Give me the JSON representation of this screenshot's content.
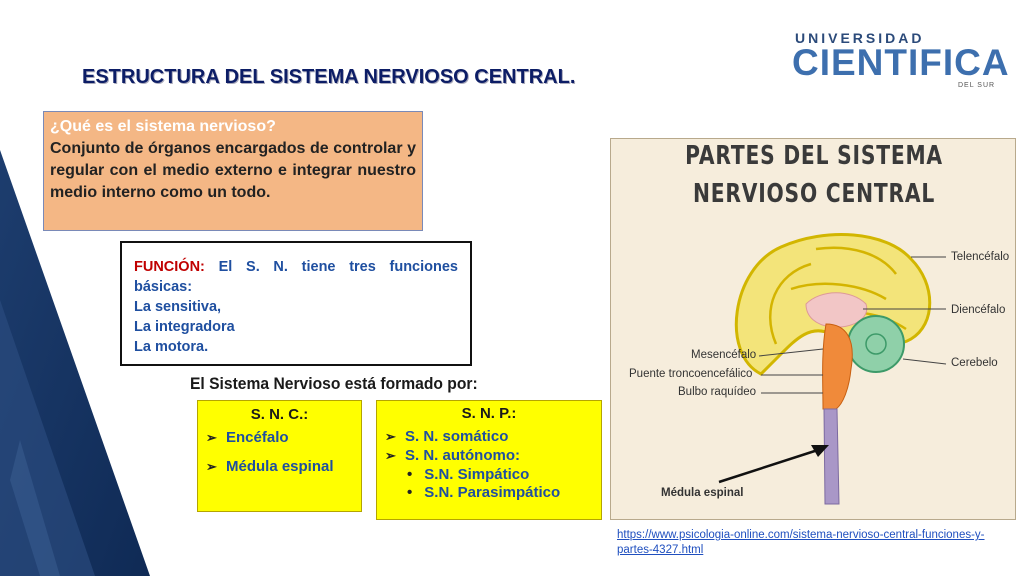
{
  "logo": {
    "line1": "UNIVERSIDAD",
    "line2": "CIENTIFICA",
    "line3": "DEL SUR"
  },
  "title": "ESTRUCTURA DEL SISTEMA NERVIOSO CENTRAL.",
  "definition": {
    "question": "¿Qué es el sistema nervioso?",
    "answer": "Conjunto de órganos encargados de controlar y regular con el medio externo e integrar nuestro medio interno como un todo."
  },
  "function_box": {
    "label": "FUNCIÓN:",
    "text": "El S. N. tiene tres funciones básicas:",
    "items": [
      "La sensitiva,",
      "La integradora",
      "La motora."
    ]
  },
  "formed_by": "El Sistema Nervioso está formado por:",
  "snc": {
    "heading": "S. N. C.:",
    "items": [
      "Encéfalo",
      "Médula espinal"
    ]
  },
  "snp": {
    "heading": "S. N. P.:",
    "items": [
      "S. N. somático",
      "S. N. autónomo:"
    ],
    "subitems": [
      "S.N. Simpático",
      "S.N. Parasimpático"
    ]
  },
  "brain_image": {
    "title_line1": "PARTES DEL SISTEMA",
    "title_line2": "NERVIOSO CENTRAL",
    "labels": {
      "telencefalo": "Telencéfalo",
      "diencefalo": "Diencéfalo",
      "cerebelo": "Cerebelo",
      "mesencefalo": "Mesencéfalo",
      "puente": "Puente troncoencefálico",
      "bulbo": "Bulbo raquídeo",
      "medula": "Médula espinal"
    }
  },
  "source_url": "https://www.psicologia-online.com/sistema-nervioso-central-funciones-y-partes-4327.html",
  "colors": {
    "title": "#0c1d66",
    "definition_bg": "#f4b785",
    "highlight_bg": "#ffff00",
    "text_blue": "#1f4fa0",
    "label_red": "#c00000"
  }
}
